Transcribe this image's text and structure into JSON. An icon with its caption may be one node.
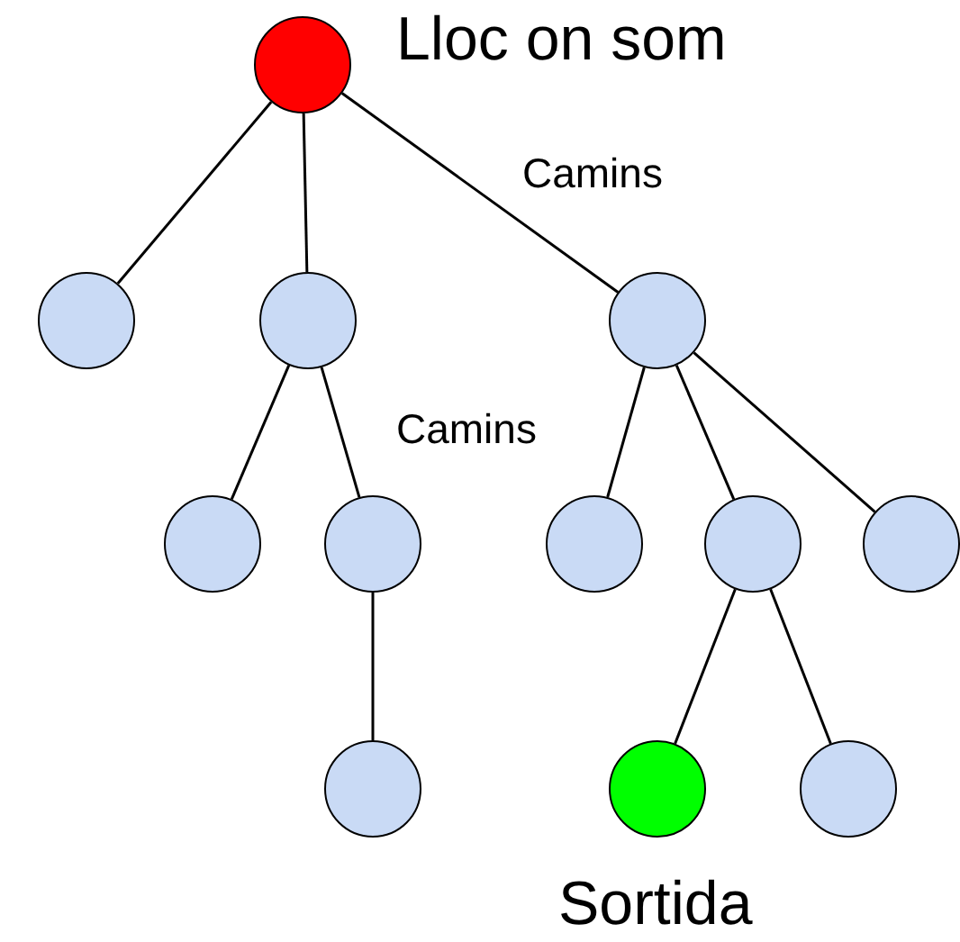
{
  "diagram": {
    "nodes": [
      {
        "text": [],
        "shape": "circle",
        "beside": [
          "Lloc on som"
        ]
      },
      {
        "text": [],
        "shape": "circle"
      },
      {
        "text": [],
        "shape": "circle"
      },
      {
        "text": [],
        "shape": "circle"
      },
      {
        "text": [],
        "shape": "circle"
      },
      {
        "text": [],
        "shape": "circle"
      },
      {
        "text": [],
        "shape": "circle"
      },
      {
        "text": [],
        "shape": "circle"
      },
      {
        "text": [],
        "shape": "circle"
      },
      {
        "text": [],
        "shape": "circle"
      },
      {
        "text": [],
        "shape": "circle",
        "beside": [
          "Sortida"
        ]
      },
      {
        "text": [],
        "shape": "circle"
      }
    ],
    "edges": [
      {
        "from": 0,
        "to": 1,
        "arrow": "none"
      },
      {
        "from": 0,
        "to": 2,
        "arrow": "none"
      },
      {
        "from": 0,
        "to": 3,
        "arrow": "none"
      },
      {
        "from": 2,
        "to": 4,
        "arrow": "none"
      },
      {
        "from": 2,
        "to": 5,
        "arrow": "none"
      },
      {
        "from": 5,
        "to": 9,
        "arrow": "none"
      },
      {
        "from": 3,
        "to": 6,
        "arrow": "none"
      },
      {
        "from": 3,
        "to": 7,
        "arrow": "none"
      },
      {
        "from": 3,
        "to": 8,
        "arrow": "none"
      },
      {
        "from": 7,
        "to": 10,
        "arrow": "none"
      },
      {
        "from": 7,
        "to": 11,
        "arrow": "none"
      }
    ],
    "labels": [
      "Camins",
      "Camins"
    ]
  }
}
